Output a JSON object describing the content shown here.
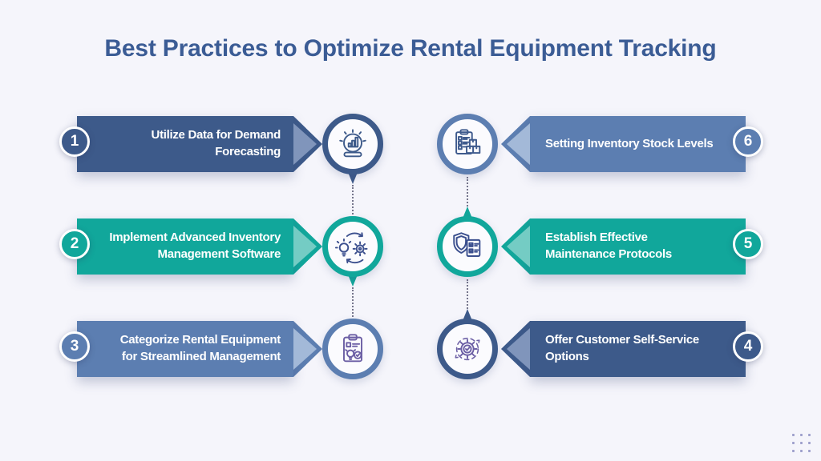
{
  "title": "Best Practices to Optimize Rental Equipment Tracking",
  "palette": {
    "background": "#f5f5fb",
    "title_color": "#3b5c95",
    "dark_blue": "#3d5a8a",
    "teal": "#11a79b",
    "slate_blue": "#5c7eb1",
    "connector_dots": "#75758c",
    "watermark_dots": "#9ea0cc"
  },
  "rows": [
    {
      "left": {
        "number": "1",
        "label": "Utilize Data for Demand\nForecasting",
        "color": "#3d5a8a",
        "tip_color": "#8095bb",
        "icon_color": "#3d5a8a",
        "icon": "demand-forecasting-crystal-ball-chart"
      },
      "right": {
        "number": "6",
        "label": "Setting Inventory Stock Levels",
        "color": "#5c7eb1",
        "tip_color": "#a3b9d8",
        "icon_color": "#3e5a8d",
        "icon": "inventory-clipboard-boxes"
      }
    },
    {
      "left": {
        "number": "2",
        "label": "Implement Advanced Inventory\nManagement Software",
        "color": "#11a79b",
        "tip_color": "#74ccc4",
        "icon_color": "#3b4f8e",
        "icon": "lightbulb-gear-cycle"
      },
      "right": {
        "number": "5",
        "label": "Establish Effective\nMaintenance Protocols",
        "color": "#11a79b",
        "tip_color": "#74ccc4",
        "icon_color": "#3b4f8e",
        "icon": "shield-checklist"
      }
    },
    {
      "left": {
        "number": "3",
        "label": "Categorize Rental Equipment\nfor Streamlined Management",
        "color": "#5c7eb1",
        "tip_color": "#a3b9d8",
        "icon_color": "#6c5fa5",
        "icon": "clipboard-lightbulb-check"
      },
      "right": {
        "number": "4",
        "label": "Offer Customer Self-Service\nOptions",
        "color": "#3d5a8a",
        "tip_color": "#8095bb",
        "icon_color": "#6c5fa5",
        "icon": "gear-check-cycle"
      }
    }
  ]
}
